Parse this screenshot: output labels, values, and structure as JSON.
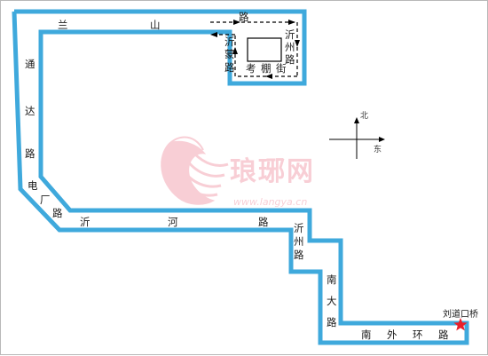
{
  "colors": {
    "road": "#3fa9dc",
    "accent": "#e8202a",
    "watermark": "#f3a7b4",
    "text": "#1a1a1a"
  },
  "roads": {
    "lanshan": [
      "兰",
      "山",
      "路"
    ],
    "yimeng": [
      "沂",
      "蒙",
      "路"
    ],
    "yizhou_north": [
      "沂",
      "州",
      "路"
    ],
    "kaopeng": [
      "考",
      "棚",
      "街"
    ],
    "tongda": [
      "通",
      "达",
      "路"
    ],
    "dianchang": [
      "电",
      "厂",
      "路"
    ],
    "yihe": [
      "沂",
      "河",
      "路"
    ],
    "yizhou_south": [
      "沂",
      "州",
      "路"
    ],
    "nanda": [
      "南",
      "大",
      "路"
    ],
    "nanwaihuan": [
      "南",
      "外",
      "环",
      "路"
    ]
  },
  "landmark": {
    "label": "刘道口桥",
    "icon": "star-icon"
  },
  "compass": {
    "north": "北",
    "east": "东"
  },
  "watermark": {
    "brand": "琅琊网",
    "url": "www.langya.cn"
  }
}
